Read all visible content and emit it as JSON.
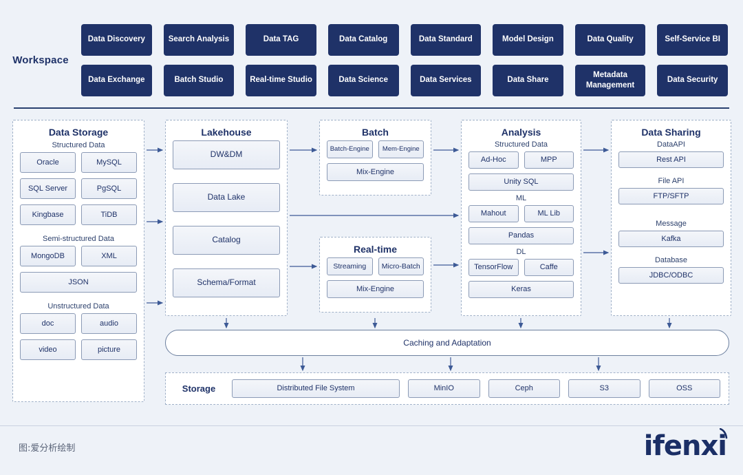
{
  "workspace": {
    "label": "Workspace",
    "tiles_row1": [
      "Data Discovery",
      "Search Analysis",
      "Data TAG",
      "Data Catalog",
      "Data Standard",
      "Model Design",
      "Data Quality",
      "Self-Service BI"
    ],
    "tiles_row2": [
      "Data Exchange",
      "Batch Studio",
      "Real-time Studio",
      "Data Science",
      "Data Services",
      "Data Share",
      "Metadata Management",
      "Data Security"
    ]
  },
  "storage_col": {
    "title": "Data Storage",
    "groups": [
      {
        "label": "Structured Data",
        "rows": [
          [
            "Oracle",
            "MySQL"
          ],
          [
            "SQL Server",
            "PgSQL"
          ],
          [
            "Kingbase",
            "TiDB"
          ]
        ]
      },
      {
        "label": "Semi-structured Data",
        "rows": [
          [
            "MongoDB",
            "XML"
          ],
          [
            "JSON"
          ]
        ]
      },
      {
        "label": "Unstructured Data",
        "rows": [
          [
            "doc",
            "audio"
          ],
          [
            "video",
            "picture"
          ]
        ]
      }
    ]
  },
  "lakehouse_col": {
    "title": "Lakehouse",
    "items": [
      "DW&DM",
      "Data Lake",
      "Catalog",
      "Schema/Format"
    ]
  },
  "batch_col": {
    "title": "Batch",
    "row1": [
      "Batch-Engine",
      "Mem-Engine"
    ],
    "row2": [
      "Mix-Engine"
    ]
  },
  "realtime_col": {
    "title": "Real-time",
    "row1": [
      "Streaming",
      "Micro-Batch"
    ],
    "row2": [
      "Mix-Engine"
    ]
  },
  "analysis_col": {
    "title": "Analysis",
    "groups": [
      {
        "label": "Structured Data",
        "rows": [
          [
            "Ad-Hoc",
            "MPP"
          ],
          [
            "Unity SQL"
          ]
        ]
      },
      {
        "label": "ML",
        "rows": [
          [
            "Mahout",
            "ML Lib"
          ],
          [
            "Pandas"
          ]
        ]
      },
      {
        "label": "DL",
        "rows": [
          [
            "TensorFlow",
            "Caffe"
          ],
          [
            "Keras"
          ]
        ]
      }
    ]
  },
  "sharing_col": {
    "title": "Data Sharing",
    "groups": [
      {
        "label": "DataAPI",
        "item": "Rest API"
      },
      {
        "label": "File API",
        "item": "FTP/SFTP"
      },
      {
        "label": "Message",
        "item": "Kafka"
      },
      {
        "label": "Database",
        "item": "JDBC/ODBC"
      }
    ]
  },
  "caching": {
    "label": "Caching and Adaptation"
  },
  "storage_bar": {
    "label": "Storage",
    "items": [
      "Distributed File System",
      "MinIO",
      "Ceph",
      "S3",
      "OSS"
    ]
  },
  "footer": {
    "credit": "图:爱分析绘制",
    "logo": "ifenxi"
  },
  "colors": {
    "navy": "#1f3268",
    "page_bg": "#eef2f8",
    "box_border": "#8b9ab5",
    "dashed_border": "#9fb0c8",
    "arrow": "#3d5a96"
  }
}
